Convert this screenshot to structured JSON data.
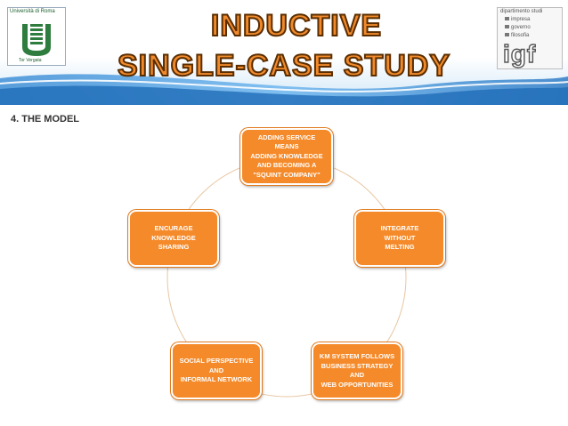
{
  "header": {
    "title_line1": "INDUCTIVE",
    "title_line2": "SINGLE-CASE STUDY",
    "logo_left": {
      "university": "Università di Roma",
      "campus": "Tor Vergata"
    },
    "logo_right": {
      "department": "dipartimento studi",
      "items": [
        "impresa",
        "governo",
        "filosofia"
      ],
      "acronym": "igf"
    }
  },
  "section_title": "4. THE MODEL",
  "diagram": {
    "nodes": [
      {
        "lines": [
          "ADDING SERVICE",
          "MEANS",
          "ADDING KNOWLEDGE",
          "AND BECOMING A",
          "\"SQUINT COMPANY\""
        ]
      },
      {
        "lines": [
          "INTEGRATE",
          "WITHOUT",
          "MELTING"
        ]
      },
      {
        "lines": [
          "KM SYSTEM FOLLOWS",
          "BUSINESS STRATEGY",
          "AND",
          "WEB OPPORTUNITIES"
        ]
      },
      {
        "lines": [
          "SOCIAL PERSPECTIVE",
          "AND",
          "INFORMAL NETWORK"
        ]
      },
      {
        "lines": [
          "ENCURAGE",
          "KNOWLEDGE",
          "SHARING"
        ]
      }
    ]
  }
}
